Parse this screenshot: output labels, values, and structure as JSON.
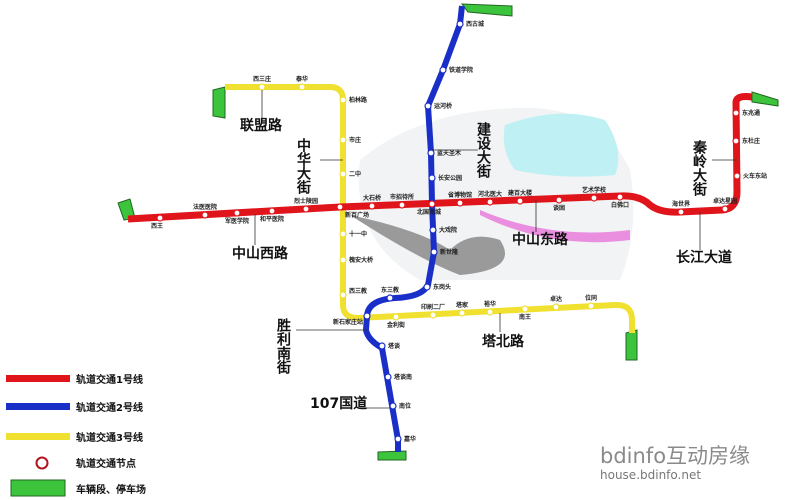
{
  "colors": {
    "line1": "#e0141b",
    "line2": "#1a2fc8",
    "line3": "#f0e030",
    "depot": "#3cc43c",
    "node": "#b01420"
  },
  "line1": {
    "stations": [
      "西王",
      "法医医院",
      "军医学院",
      "和平医院",
      "烈士陵园",
      "新百广场",
      "大石桥",
      "市招待所",
      "北国商城",
      "省博物馆",
      "河北医大",
      "建百大楼",
      "谈固",
      "艺术学校",
      "白佛口",
      "海世界",
      "卓达星园",
      "火车东站",
      "东杜庄",
      "东兆通"
    ]
  },
  "line2": {
    "stations": [
      "西古城",
      "铁道学院",
      "运河桥",
      "蓝天圣木",
      "长安公园",
      "大戏院",
      "新世隆",
      "东岗头",
      "东三教",
      "新石家庄站",
      "塔谈",
      "塔谈南",
      "南位",
      "嘉华"
    ]
  },
  "line3": {
    "stations": [
      "西三庄",
      "泰华",
      "柏林路",
      "市庄",
      "二中",
      "十一中",
      "槐安大桥",
      "西三教",
      "金利街",
      "印刷二厂",
      "塔家",
      "裕华",
      "南王",
      "卓达",
      "位同"
    ]
  },
  "roads": {
    "lianmeng": "联盟路",
    "zhonghua": "中华大街",
    "zhongshan_west": "中山西路",
    "jianshe": "建设大街",
    "zhongshan_east": "中山东路",
    "qinling": "秦岭大街",
    "changjiang": "长江大道",
    "shengli": "胜利南街",
    "tabei": "塔北路",
    "guodao": "107国道"
  },
  "legend": {
    "line1": "轨道交通1号线",
    "line2": "轨道交通2号线",
    "line3": "轨道交通3号线",
    "node": "轨道交通节点",
    "depot": "车辆段、停车场"
  },
  "watermark": {
    "brand": "bdinfo互动房缘",
    "url": "house.bdinfo.net"
  }
}
